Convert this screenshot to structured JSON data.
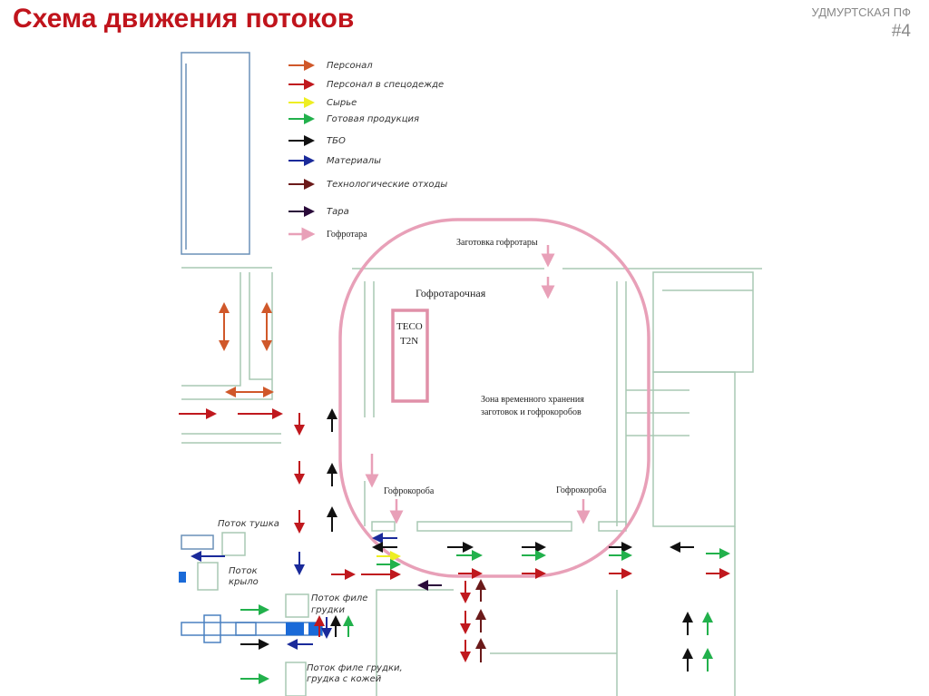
{
  "header": {
    "title": "Схема движения потоков",
    "organization": "УДМУРТСКАЯ ПФ",
    "slide_number": "#4"
  },
  "legend": [
    {
      "label": "Персонал",
      "color": "#d0582a"
    },
    {
      "label": "Персонал в спецодежде",
      "color": "#c0181e"
    },
    {
      "label": "Сырье",
      "color": "#eeee22"
    },
    {
      "label": "Готовая продукция",
      "color": "#22b14c"
    },
    {
      "label": "ТБО",
      "color": "#111111"
    },
    {
      "label": "Материалы",
      "color": "#1a2a9a"
    },
    {
      "label": "Технологические отходы",
      "color": "#6b1a1a"
    },
    {
      "label": "Тара",
      "color": "#2a0a3a"
    },
    {
      "label": "Гофротара",
      "color": "#e8a0b8"
    }
  ],
  "plan": {
    "blank_prep": "Заготовка гофротары",
    "room": "Гофротарочная",
    "machine_line1": "TECO",
    "machine_line2": "T2N",
    "storage_line1": "Зона временного хранения",
    "storage_line2": "заготовок и гофрокоробов",
    "boxes_left": "Гофрокороба",
    "boxes_right": "Гофрокороба",
    "flow_carcass": "Поток тушка",
    "flow_wing_1": "Поток",
    "flow_wing_2": "крыло",
    "flow_breast_1": "Поток филе",
    "flow_breast_2": "грудки",
    "flow_breast_skin_1": "Поток филе грудки,",
    "flow_breast_skin_2": "грудка с кожей"
  }
}
